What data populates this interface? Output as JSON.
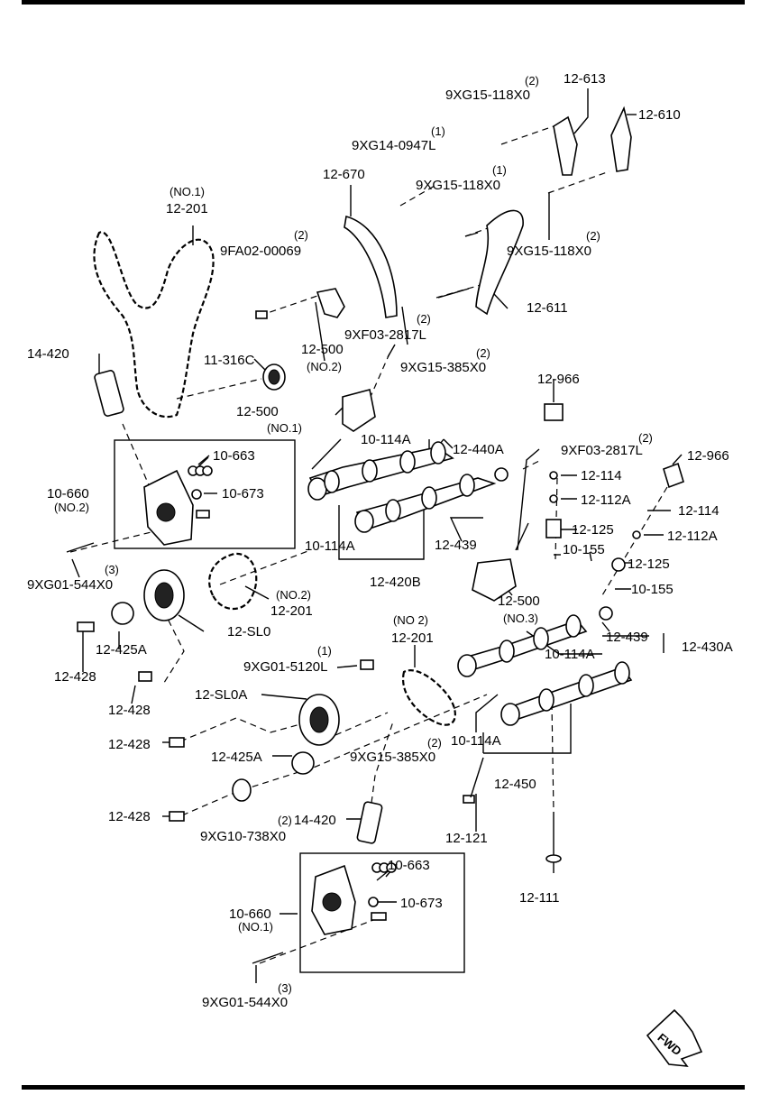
{
  "parts": [
    {
      "text": "(2)"
    },
    {
      "text": "9XG15-118X0"
    },
    {
      "text": "12-613"
    },
    {
      "text": "12-610"
    },
    {
      "text": "(1)"
    },
    {
      "text": "9XG14-0947L"
    },
    {
      "text": "(1)"
    },
    {
      "text": "9XG15-118X0"
    },
    {
      "text": "12-670"
    },
    {
      "text": "(NO.1)"
    },
    {
      "text": "12-201"
    },
    {
      "text": "(2)"
    },
    {
      "text": "9FA02-00069"
    },
    {
      "text": "(2)"
    },
    {
      "text": "9XG15-118X0"
    },
    {
      "text": "12-611"
    },
    {
      "text": "(2)"
    },
    {
      "text": "9XF03-2817L"
    },
    {
      "text": "12-500"
    },
    {
      "text": "(NO.2)"
    },
    {
      "text": "(2)"
    },
    {
      "text": "9XG15-385X0"
    },
    {
      "text": "14-420"
    },
    {
      "text": "11-316C"
    },
    {
      "text": "12-966"
    },
    {
      "text": "12-500"
    },
    {
      "text": "(NO.1)"
    },
    {
      "text": "10-114A"
    },
    {
      "text": "12-440A"
    },
    {
      "text": "(2)"
    },
    {
      "text": "9XF03-2817L"
    },
    {
      "text": "12-966"
    },
    {
      "text": "10-663"
    },
    {
      "text": "12-114"
    },
    {
      "text": "10-660"
    },
    {
      "text": "10-673"
    },
    {
      "text": "(NO.2)"
    },
    {
      "text": "12-112A"
    },
    {
      "text": "12-114"
    },
    {
      "text": "12-125"
    },
    {
      "text": "12-112A"
    },
    {
      "text": "10-114A"
    },
    {
      "text": "12-439"
    },
    {
      "text": "10-155"
    },
    {
      "text": "(3)"
    },
    {
      "text": "9XG01-544X0"
    },
    {
      "text": "12-125"
    },
    {
      "text": "12-420B"
    },
    {
      "text": "(NO.2)"
    },
    {
      "text": "12-201"
    },
    {
      "text": "10-155"
    },
    {
      "text": "12-500"
    },
    {
      "text": "(NO.3)"
    },
    {
      "text": "12-SL0"
    },
    {
      "text": "(NO 2)"
    },
    {
      "text": "12-201"
    },
    {
      "text": "12-439"
    },
    {
      "text": "12-425A"
    },
    {
      "text": "12-430A"
    },
    {
      "text": "(1)"
    },
    {
      "text": "10-114A"
    },
    {
      "text": "12-428"
    },
    {
      "text": "9XG01-5120L"
    },
    {
      "text": "12-428"
    },
    {
      "text": "12-SL0A"
    },
    {
      "text": "12-428"
    },
    {
      "text": "(2)"
    },
    {
      "text": "10-114A"
    },
    {
      "text": "12-425A"
    },
    {
      "text": "9XG15-385X0"
    },
    {
      "text": "12-450"
    },
    {
      "text": "12-428"
    },
    {
      "text": "(2)"
    },
    {
      "text": "14-420"
    },
    {
      "text": "9XG10-738X0"
    },
    {
      "text": "12-121"
    },
    {
      "text": "10-663"
    },
    {
      "text": "12-111"
    },
    {
      "text": "10-660"
    },
    {
      "text": "10-673"
    },
    {
      "text": "(NO.1)"
    },
    {
      "text": "(3)"
    },
    {
      "text": "9XG01-544X0"
    }
  ],
  "direction_badge": "FWD"
}
